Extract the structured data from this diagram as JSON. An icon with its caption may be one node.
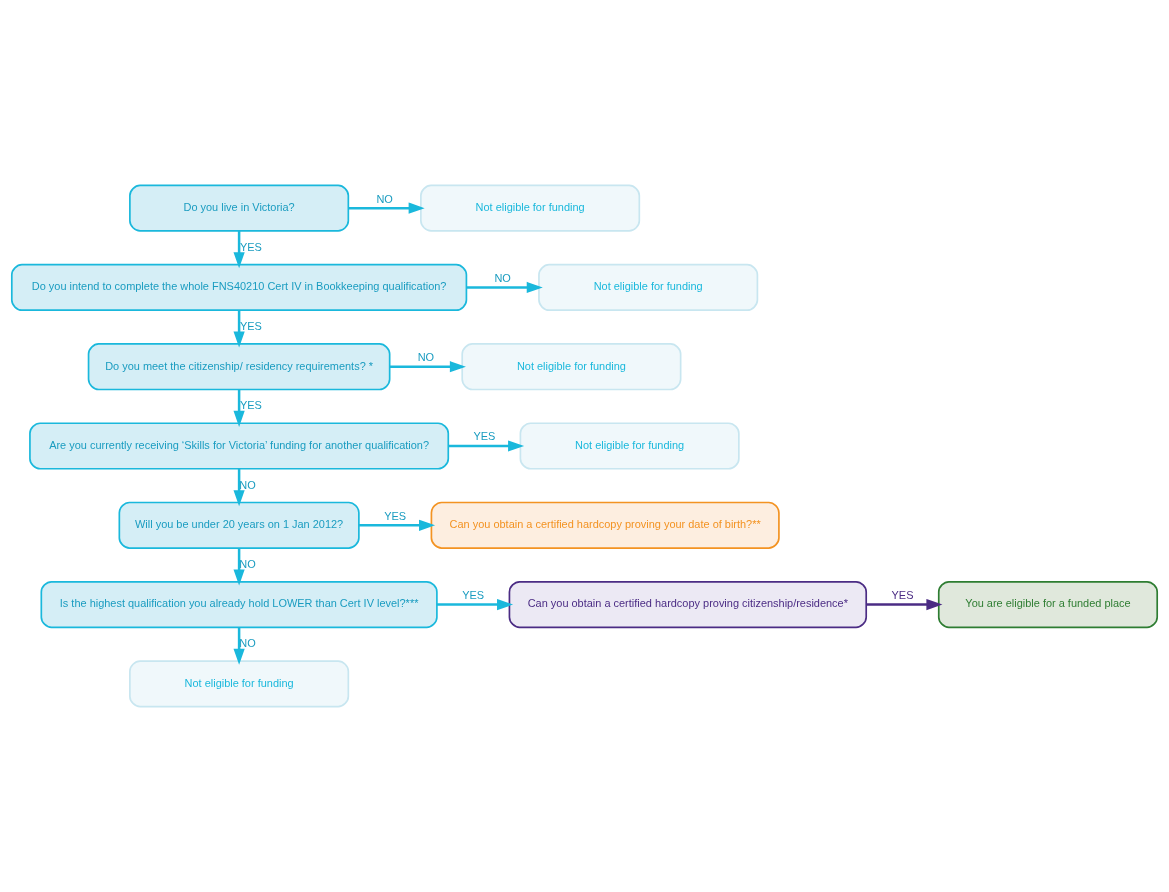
{
  "diagram": {
    "nodes": [
      {
        "text": [
          "Do you live in Victoria?"
        ]
      },
      {
        "text": [
          "Not eligible for funding"
        ]
      },
      {
        "text": [
          "Do you intend to complete the whole FNS40210 Cert IV in Bookkeeping qualification?"
        ]
      },
      {
        "text": [
          "Not eligible for funding"
        ]
      },
      {
        "text": [
          "Do you meet the citizenship/ residency requirements? *"
        ]
      },
      {
        "text": [
          "Not eligible for funding"
        ]
      },
      {
        "text": [
          "Are you currently receiving ‘Skills for Victoria’ funding for another qualification?"
        ]
      },
      {
        "text": [
          "Not eligible for funding"
        ]
      },
      {
        "text": [
          "Will you be under 20 years on 1 Jan 2012?"
        ]
      },
      {
        "text": [
          "Can you obtain a certified hardcopy proving your date of birth?**"
        ]
      },
      {
        "text": [
          "Is the highest qualification you already hold LOWER than Cert IV level?***"
        ]
      },
      {
        "text": [
          "Can you obtain a certified hardcopy proving citizenship/residence*"
        ]
      },
      {
        "text": [
          "You are eligible for a funded place"
        ]
      },
      {
        "text": [
          "Not eligible for funding"
        ]
      }
    ],
    "edges": [
      {
        "from": 0,
        "to": 1,
        "arrow": "to",
        "label": "NO"
      },
      {
        "from": 0,
        "to": 2,
        "arrow": "to",
        "label": "YES"
      },
      {
        "from": 2,
        "to": 3,
        "arrow": "to",
        "label": "NO"
      },
      {
        "from": 2,
        "to": 4,
        "arrow": "to",
        "label": "YES"
      },
      {
        "from": 4,
        "to": 5,
        "arrow": "to",
        "label": "NO"
      },
      {
        "from": 4,
        "to": 6,
        "arrow": "to",
        "label": "YES"
      },
      {
        "from": 6,
        "to": 7,
        "arrow": "to",
        "label": "YES"
      },
      {
        "from": 6,
        "to": 8,
        "arrow": "to",
        "label": "NO"
      },
      {
        "from": 8,
        "to": 9,
        "arrow": "to",
        "label": "YES"
      },
      {
        "from": 8,
        "to": 10,
        "arrow": "to",
        "label": "NO"
      },
      {
        "from": 10,
        "to": 11,
        "arrow": "to",
        "label": "YES"
      },
      {
        "from": 10,
        "to": 13,
        "arrow": "to",
        "label": "NO"
      },
      {
        "from": 11,
        "to": 12,
        "arrow": "to",
        "label": "YES",
        "color": "#4b2c84"
      }
    ]
  }
}
